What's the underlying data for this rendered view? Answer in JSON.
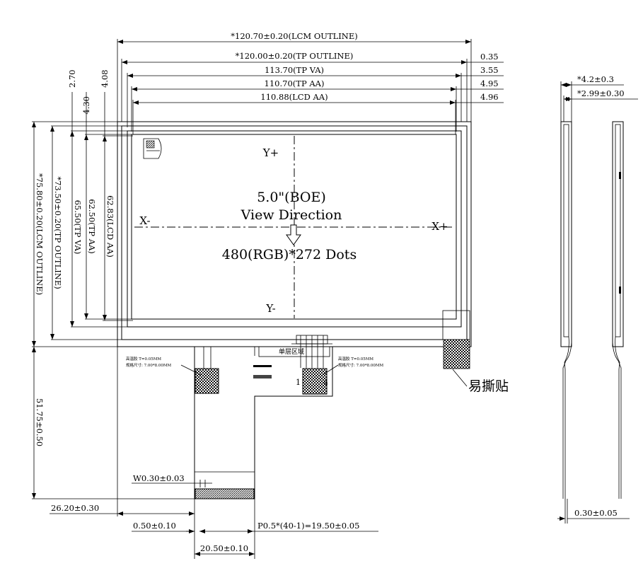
{
  "top_dims": {
    "lcm_outline": "*120.70±0.20(LCM OUTLINE)",
    "tp_outline": "*120.00±0.20(TP OUTLINE)",
    "tp_va": "113.70(TP VA)",
    "tp_aa": "110.70(TP AA)",
    "lcd_aa": "110.88(LCD AA)",
    "offset_1": "0.35",
    "offset_2": "3.55",
    "offset_3": "4.95",
    "offset_4": "4.96"
  },
  "left_dims": {
    "lcm_outline": "*75.80±0.20(LCM OUTLINE)",
    "tp_outline": "*73.50±0.20(TP OUTLINE)",
    "tp_va": "65.50(TP VA)",
    "tp_aa": "62.50(TP AA)",
    "lcd_aa": "62.83(LCD AA)",
    "offset_1": "2.70",
    "offset_2": "4.30",
    "offset_3": "4.08",
    "fpc_length": "51.75±0.50"
  },
  "display": {
    "y_plus": "Y+",
    "y_minus": "Y-",
    "x_minus": "X-",
    "x_plus": "X+",
    "size": "5.0\"(BOE)",
    "view": "View Direction",
    "resolution": "480(RGB)*272 Dots"
  },
  "fpc": {
    "tape_title_left": "高温胶 T=0.05MM",
    "tape_size_left": "规格尺寸: 7.00*8.00MM",
    "tape_title_right": "高温胶 T=0.05MM",
    "tape_size_right": "规格尺寸: 7.00*8.00MM",
    "single_layer": "单层区域",
    "pin_1": "1",
    "pin_4": "4",
    "easy_peel": "易撕贴"
  },
  "bottom_dims": {
    "trace_width": "W0.30±0.03",
    "offset_left": "26.20±0.30",
    "pin_edge": "0.50±0.10",
    "pitch": "P0.5*(40-1)=19.50±0.05",
    "fpc_width": "20.50±0.10"
  },
  "side_view": {
    "thickness_total": "*4.2±0.3",
    "thickness_panel": "*2.99±0.30",
    "fpc_thickness": "0.30±0.05"
  }
}
